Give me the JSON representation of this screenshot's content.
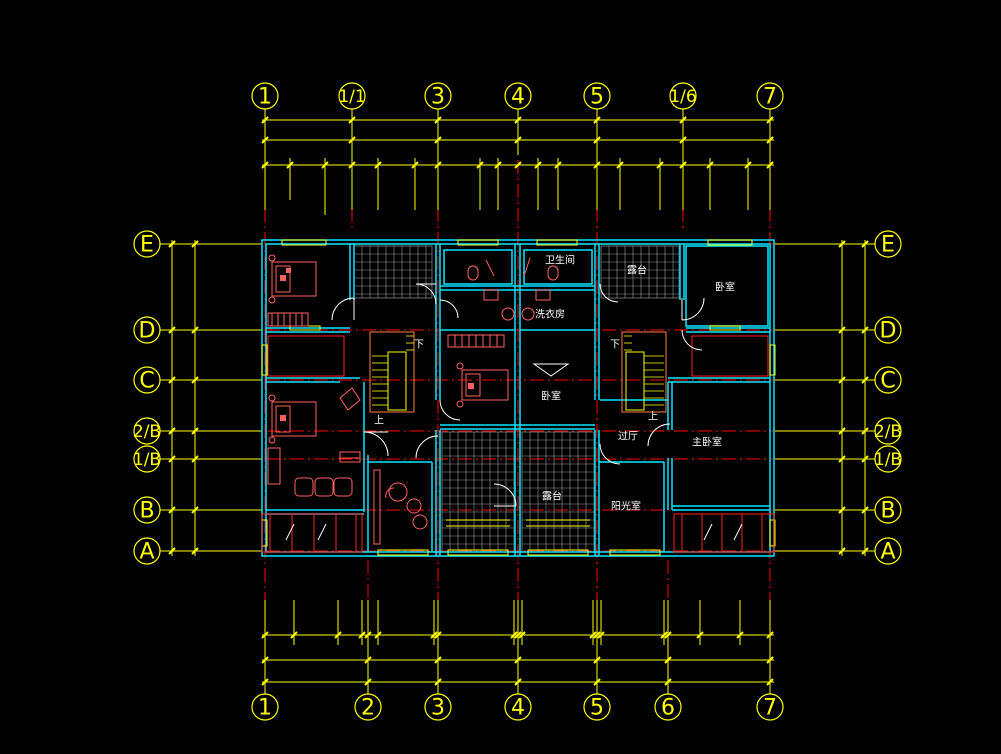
{
  "colors": {
    "background": "#000000",
    "axis": "#ffff00",
    "grid": "#ff0000",
    "wall": "#00ffff",
    "furniture": "#ff6060",
    "text": "#ffffff"
  },
  "axes": {
    "top": [
      "1",
      "1/1",
      "3",
      "4",
      "5",
      "1/6",
      "7"
    ],
    "bottom": [
      "1",
      "2",
      "3",
      "4",
      "5",
      "6",
      "7"
    ],
    "left": [
      "E",
      "D",
      "C",
      "2/B",
      "1/B",
      "B",
      "A"
    ],
    "right": [
      "E",
      "D",
      "C",
      "2/B",
      "1/B",
      "B",
      "A"
    ]
  },
  "rooms": {
    "bathroom": "卫生间",
    "laundry": "洗衣房",
    "terrace_top": "露台",
    "bedroom_right": "卧室",
    "bedroom_center": "卧室",
    "corridor": "过厅",
    "master_bedroom": "主卧室",
    "terrace_bottom": "露台",
    "sunroom": "阳光室",
    "stair_down_left": "下",
    "stair_up_left": "上",
    "stair_down_right": "下",
    "stair_up_right": "上"
  }
}
